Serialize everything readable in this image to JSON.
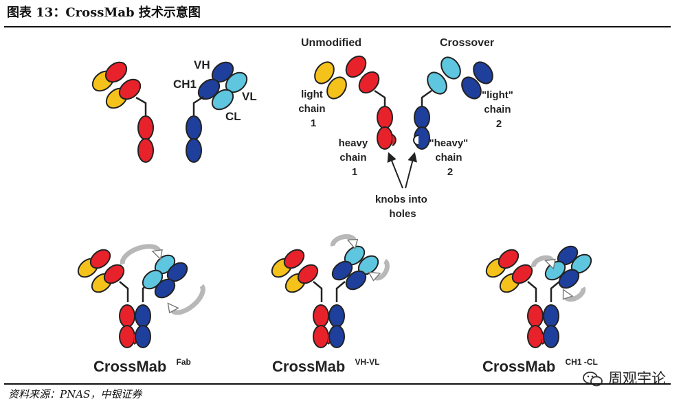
{
  "title": "图表 13：CrossMab 技术示意图",
  "source": "资料来源：PNAS，中银证券",
  "watermark": "周观宇论",
  "colors": {
    "heavy_chain_1": "#e8222b",
    "light_chain_1": "#f4c21a",
    "heavy_chain_2": "#1f3f9c",
    "light_chain_2": "#5fc6df",
    "outline": "#222222",
    "arrow": "#b8b8b8"
  },
  "top_left": {
    "labels": {
      "vh": "VH",
      "ch1": "CH1",
      "vl": "VL",
      "cl": "CL"
    }
  },
  "top_right": {
    "unmodified": "Unmodified",
    "crossover": "Crossover",
    "light1": [
      "light",
      "chain",
      "1"
    ],
    "heavy1": [
      "heavy",
      "chain",
      "1"
    ],
    "light2": [
      "\"light\"",
      "chain",
      "2"
    ],
    "heavy2": [
      "\"heavy\"",
      "chain",
      "2"
    ],
    "knobs": [
      "knobs into",
      "holes"
    ]
  },
  "bottom": [
    {
      "name": "CrossMab",
      "sup": "Fab"
    },
    {
      "name": "CrossMab",
      "sup": "VH-VL"
    },
    {
      "name": "CrossMab",
      "sup": "CH1 -CL"
    }
  ]
}
